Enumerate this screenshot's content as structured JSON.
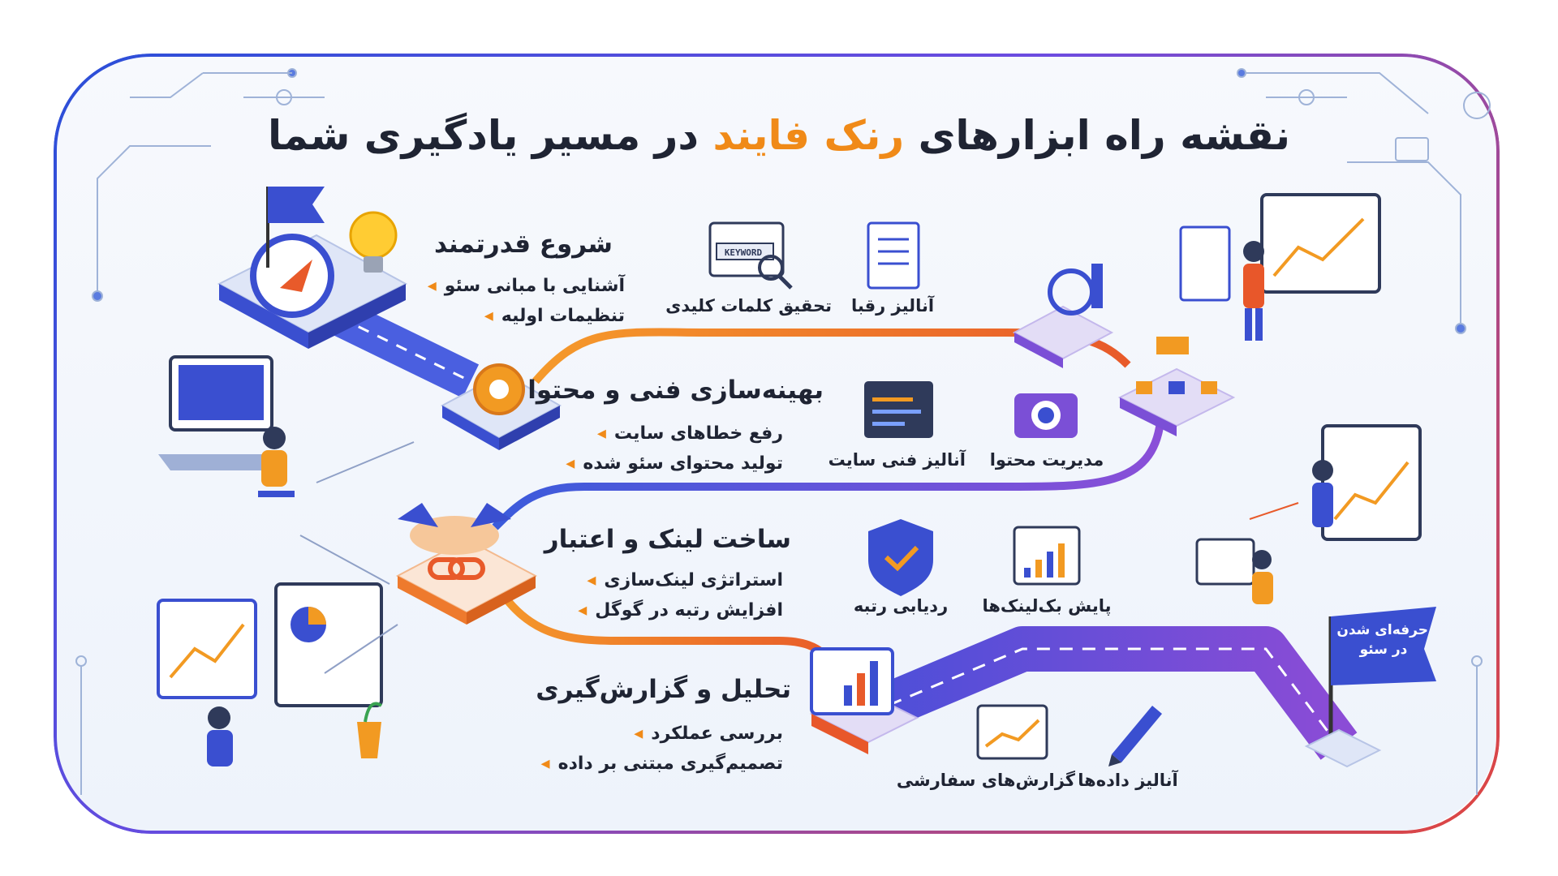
{
  "title": {
    "part1": "نقشه راه ابزارهای ",
    "accent": "رنک فایند",
    "part2": " در مسیر یادگیری شما"
  },
  "stages": [
    {
      "heading": "شروع قدرتمند",
      "items": [
        "آشنایی با مبانی سئو",
        "تنظیمات اولیه"
      ]
    },
    {
      "heading": "بهینه‌سازی فنی و محتوا",
      "items": [
        "رفع خطاهای سایت",
        "تولید محتوای سئو شده"
      ]
    },
    {
      "heading": "ساخت لینک و اعتبار",
      "items": [
        "استراتژی لینک‌سازی",
        "افزایش رتبه در گوگل"
      ]
    },
    {
      "heading": "تحلیل و گزارش‌گیری",
      "items": [
        "بررسی عملکرد",
        "تصمیم‌گیری مبتنی بر داده"
      ]
    }
  ],
  "tools": {
    "keyword_icon_text": "KEYWORD",
    "keyword_research": "تحقیق کلمات کلیدی",
    "competitor_analysis": "آنالیز رقبا",
    "site_tech_analysis": "آنالیز فنی سایت",
    "content_management": "مدیریت محتوا",
    "rank_tracking": "ردیابی رتبه",
    "backlink_monitor": "پایش بک‌لینک‌ها",
    "custom_reports": "گزارش‌های سفارشی",
    "data_analysis": "آنالیز داده‌ها"
  },
  "finish_flag": {
    "line1": "حرفه‌ای شدن",
    "line2": "در سئو"
  },
  "colors": {
    "accent": "#f08a18",
    "blue": "#3a4fd0",
    "purple": "#7b4fd6",
    "text": "#1f2433"
  }
}
